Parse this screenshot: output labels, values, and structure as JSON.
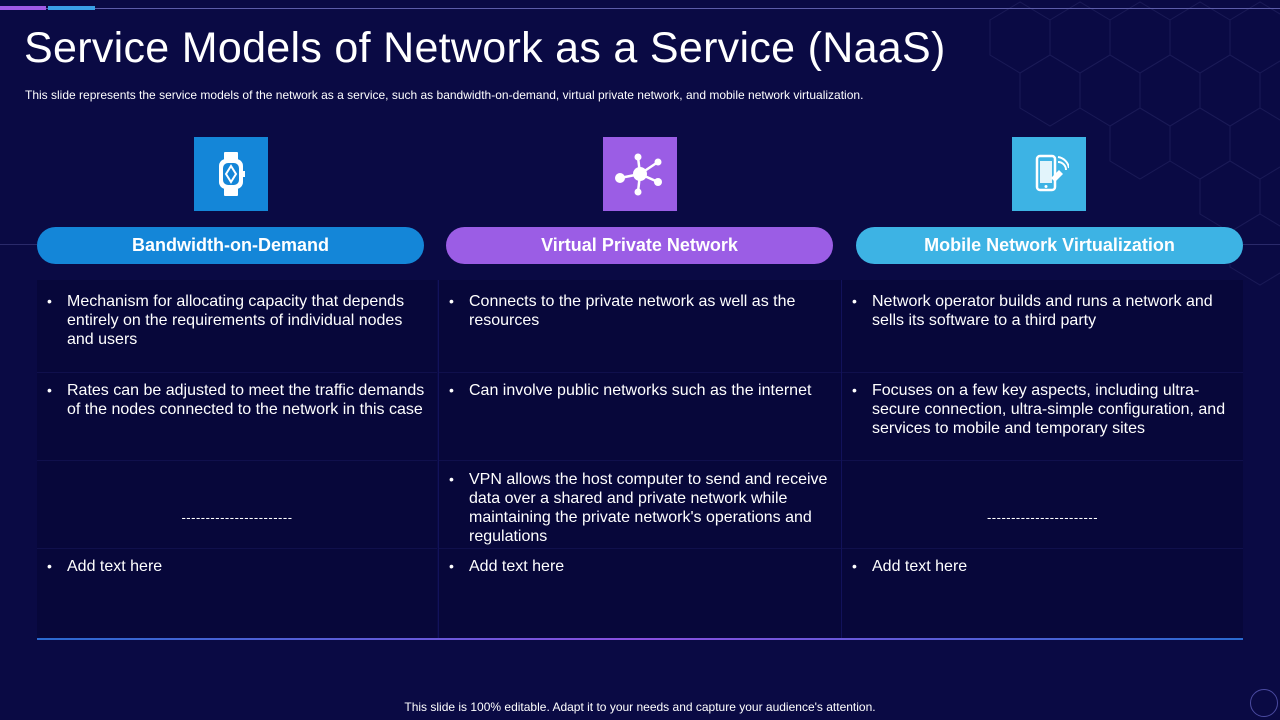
{
  "title": "Service Models of Network as a Service (NaaS)",
  "subtitle": "This slide represents the service models of the network as a service, such as bandwidth-on-demand,  virtual  private  network, and mobile network virtualization.",
  "colors": {
    "background": "#0a0a44",
    "bandwidth": "#1486d8",
    "vpn": "#9b5de5",
    "mobile": "#3db3e4"
  },
  "columns": [
    {
      "icon": "smartwatch-icon",
      "heading": "Bandwidth-on-Demand",
      "cells": [
        "Mechanism for allocating capacity that depends entirely on the requirements of individual nodes and users",
        "Rates can be adjusted to meet the traffic demands of the nodes connected to the network in this case",
        "-----------------------",
        "Add text here"
      ]
    },
    {
      "icon": "network-hub-icon",
      "heading": "Virtual Private Network",
      "cells": [
        "Connects to the private network as well as the resources",
        "Can involve public networks such as the internet",
        "VPN allows the host computer to send and receive data over a shared and private network while maintaining the private network's operations and regulations",
        "Add text here"
      ]
    },
    {
      "icon": "mobile-signal-icon",
      "heading": "Mobile Network Virtualization",
      "cells": [
        "Network operator builds and runs a network and sells its software to a third party",
        "Focuses on a few key aspects, including ultra-secure connection, ultra-simple configuration, and services to mobile and temporary sites",
        "-----------------------",
        "Add text here"
      ]
    }
  ],
  "footer": "This slide is 100% editable. Adapt it to your needs and capture your audience's attention."
}
